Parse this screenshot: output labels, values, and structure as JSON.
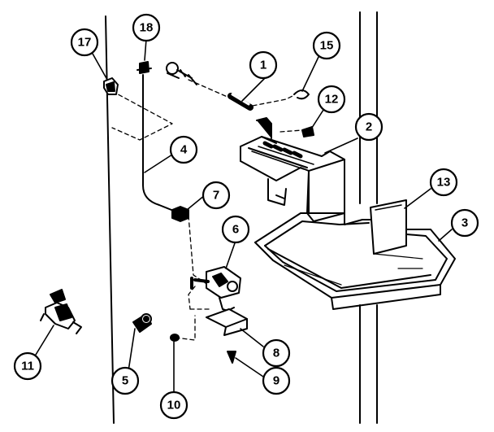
{
  "diagram": {
    "callouts": [
      {
        "id": "c1",
        "label": "1"
      },
      {
        "id": "c2",
        "label": "2"
      },
      {
        "id": "c3",
        "label": "3"
      },
      {
        "id": "c4",
        "label": "4"
      },
      {
        "id": "c5",
        "label": "5"
      },
      {
        "id": "c6",
        "label": "6"
      },
      {
        "id": "c7",
        "label": "7"
      },
      {
        "id": "c8",
        "label": "8"
      },
      {
        "id": "c9",
        "label": "9"
      },
      {
        "id": "c10",
        "label": "10"
      },
      {
        "id": "c11",
        "label": "11"
      },
      {
        "id": "c12",
        "label": "12"
      },
      {
        "id": "c13",
        "label": "13"
      },
      {
        "id": "c15",
        "label": "15"
      },
      {
        "id": "c17",
        "label": "17"
      },
      {
        "id": "c18",
        "label": "18"
      }
    ]
  },
  "colors": {
    "ink": "#000000",
    "paper": "#ffffff"
  }
}
